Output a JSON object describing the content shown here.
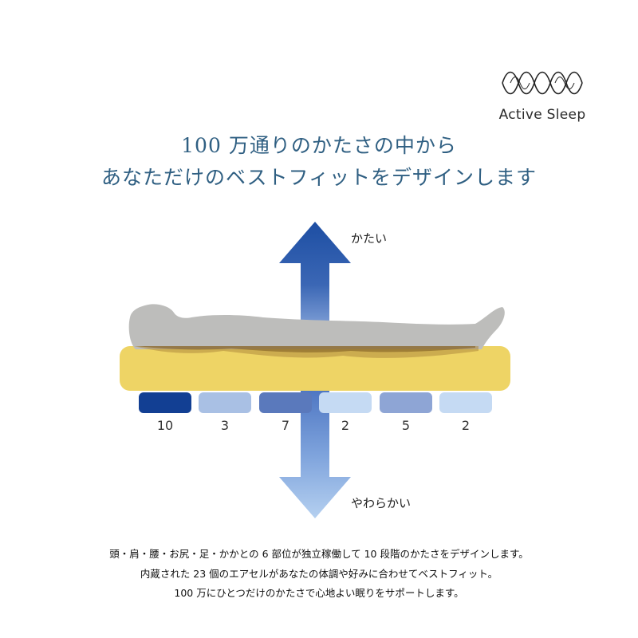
{
  "brand": {
    "name": "Active Sleep",
    "logo_icon": "wave-logo-icon"
  },
  "headline": {
    "line1": "100 万通りのかたさの中から",
    "line2": "あなただけのベストフィットをデザインします"
  },
  "diagram": {
    "label_hard": "かたい",
    "label_soft": "やわらかい",
    "zones": [
      {
        "value": "10",
        "color": "#123f93",
        "level": 10
      },
      {
        "value": "3",
        "color": "#a9c0e4",
        "level": 3
      },
      {
        "value": "7",
        "color": "#5a79bc",
        "level": 7
      },
      {
        "value": "2",
        "color": "#c5daf3",
        "level": 2
      },
      {
        "value": "5",
        "color": "#8ea5d5",
        "level": 5
      },
      {
        "value": "2",
        "color": "#c5daf3",
        "level": 2
      }
    ],
    "colors": {
      "arrow_top": "#1d4ea3",
      "arrow_bottom": "#a8c6ec",
      "mattress": "#eed465",
      "body": "#bdbdbb"
    }
  },
  "caption": {
    "line1": "頭・肩・腰・お尻・足・かかとの 6 部位が独立稼働して 10 段階のかたさをデザインします。",
    "line2": "内蔵された 23 個のエアセルがあなたの体調や好みに合わせてベストフィット。",
    "line3": "100 万にひとつだけのかたさで心地よい眠りをサポートします。"
  }
}
